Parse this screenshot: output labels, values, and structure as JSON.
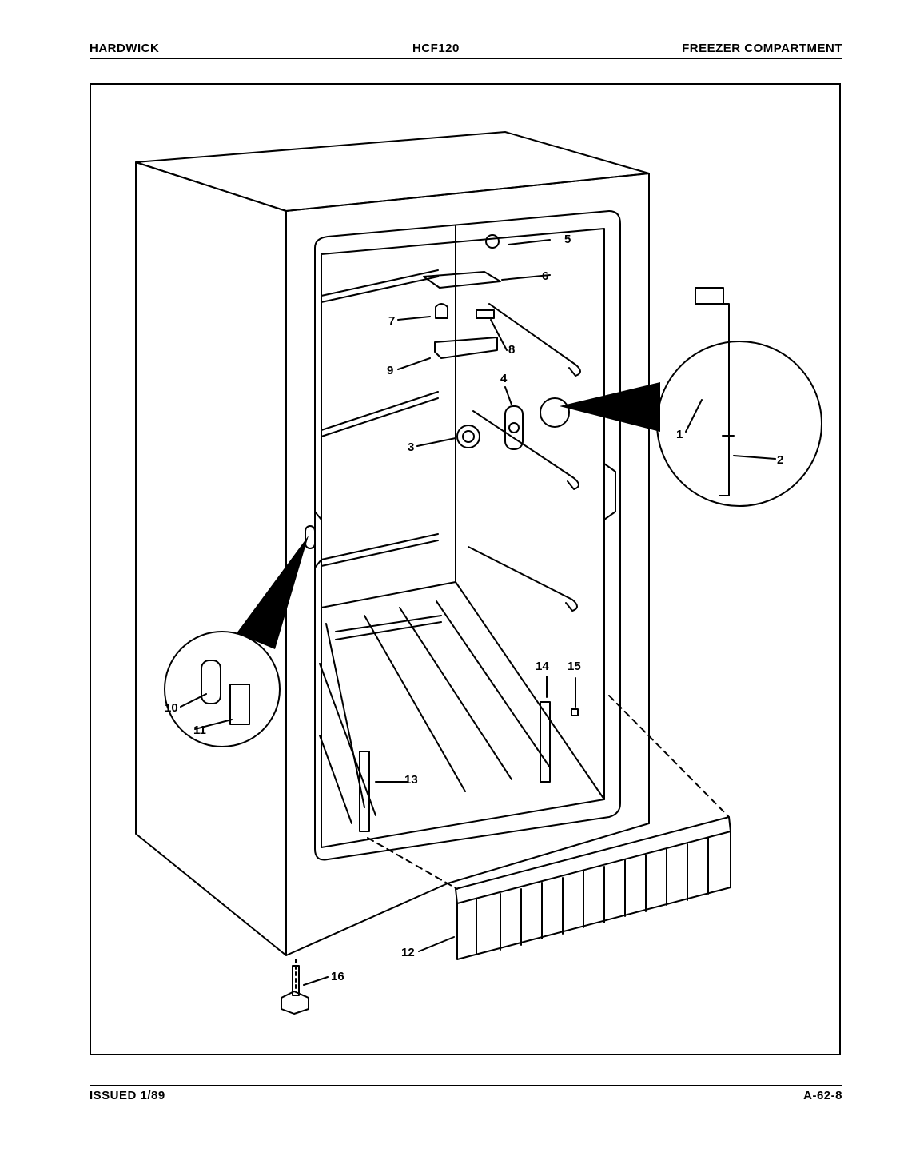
{
  "header": {
    "left": "HARDWICK",
    "center": "HCF120",
    "right": "FREEZER COMPARTMENT"
  },
  "footer": {
    "left": "ISSUED 1/89",
    "right": "A-62-8"
  },
  "callouts": [
    "1",
    "2",
    "3",
    "4",
    "5",
    "6",
    "7",
    "8",
    "9",
    "10",
    "11",
    "12",
    "13",
    "14",
    "15",
    "16"
  ]
}
